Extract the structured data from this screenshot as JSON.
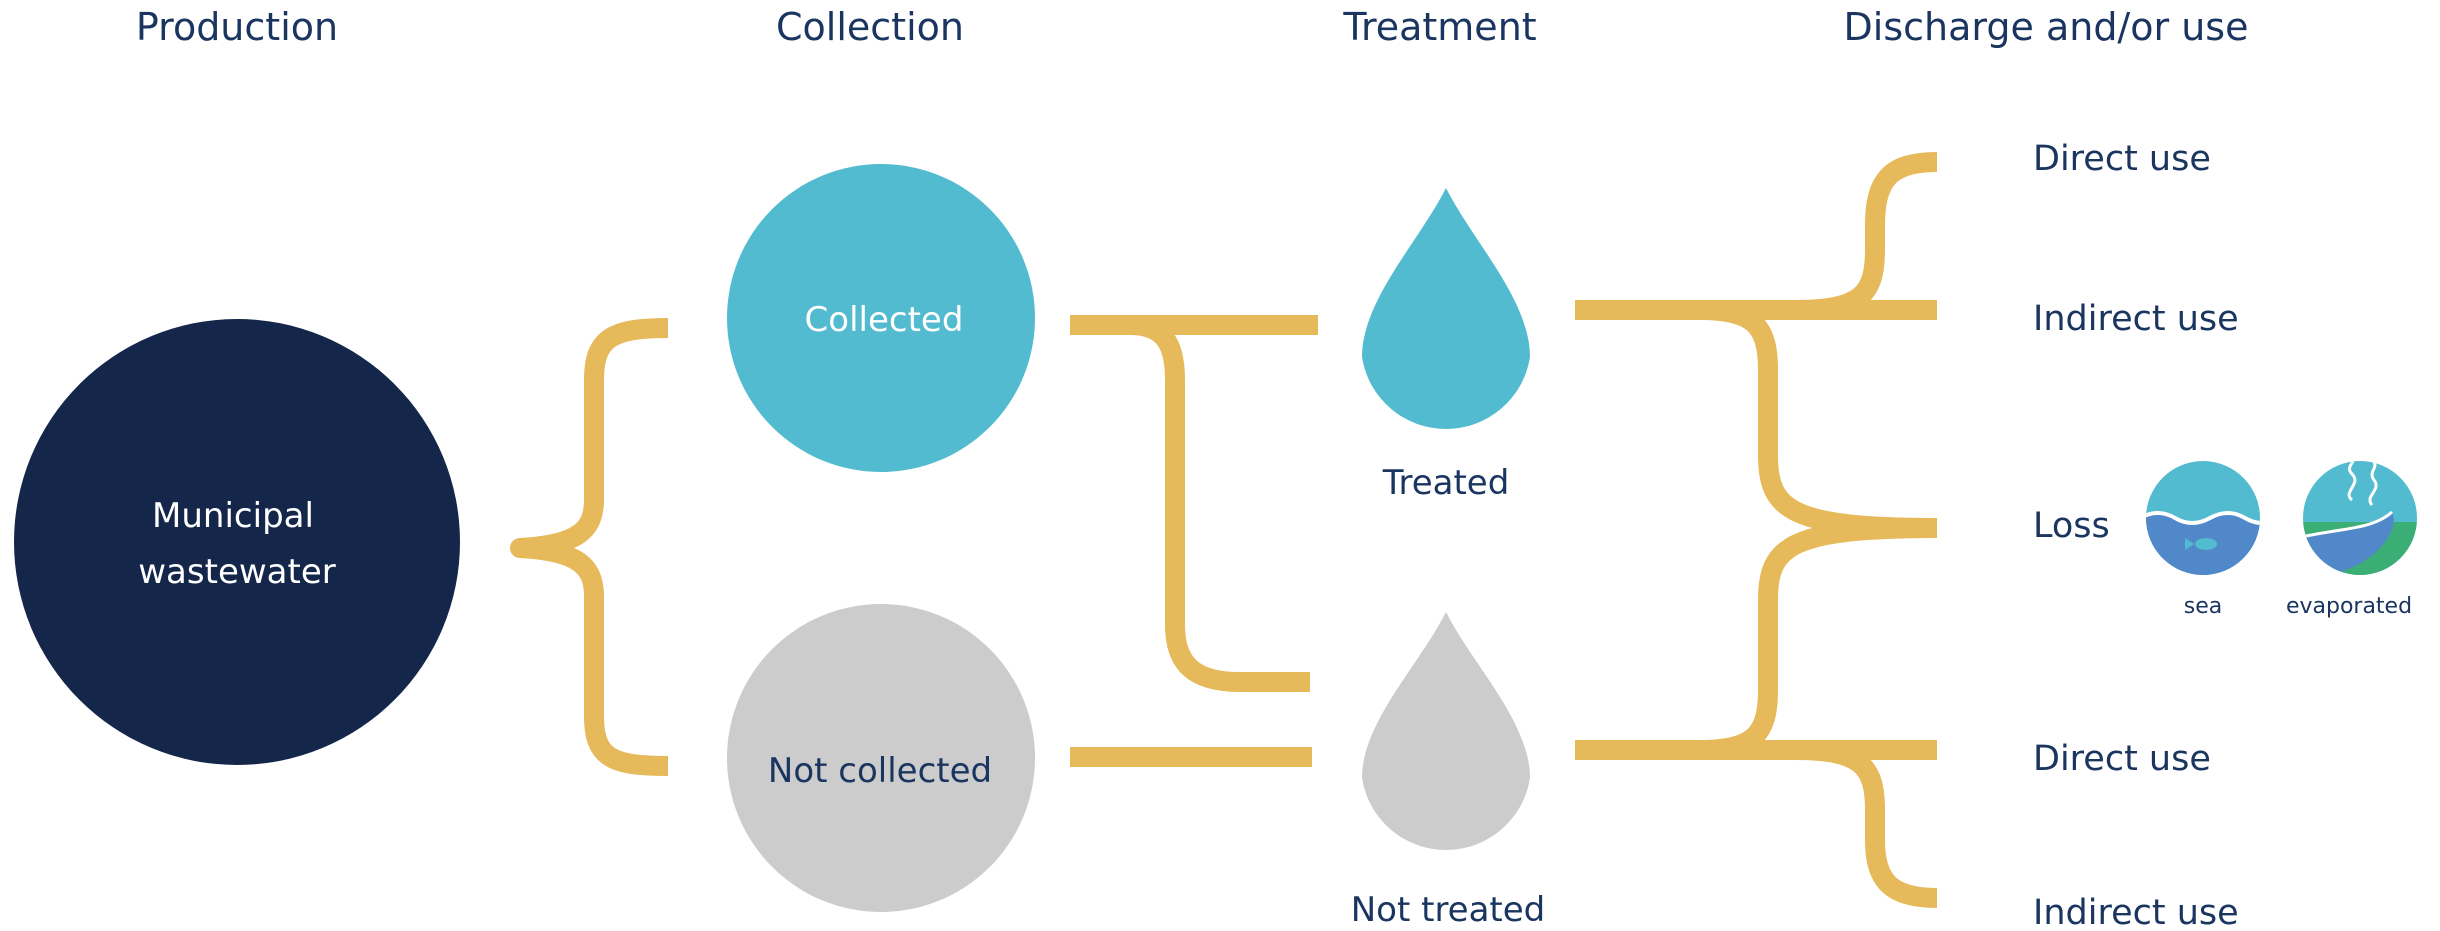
{
  "headers": {
    "production": "Production",
    "collection": "Collection",
    "treatment": "Treatment",
    "discharge": "Discharge and/or use"
  },
  "nodes": {
    "municipal_line1": "Municipal",
    "municipal_line2": "wastewater",
    "collected": "Collected",
    "not_collected": "Not collected",
    "treated": "Treated",
    "not_treated": "Not treated"
  },
  "outcomes": {
    "treated_direct": "Direct use",
    "treated_indirect": "Indirect use",
    "loss": "Loss",
    "untreated_direct": "Direct use",
    "untreated_indirect": "Indirect use"
  },
  "loss_icons": {
    "sea": "sea",
    "evaporated": "evaporated"
  },
  "colors": {
    "navy": "#14264a",
    "teal": "#52bbcf",
    "gray": "#cccccc",
    "pipe": "#e6b95b",
    "text_dark": "#1a3560",
    "sea_blue": "#5188c9",
    "land_green": "#3aae74"
  }
}
